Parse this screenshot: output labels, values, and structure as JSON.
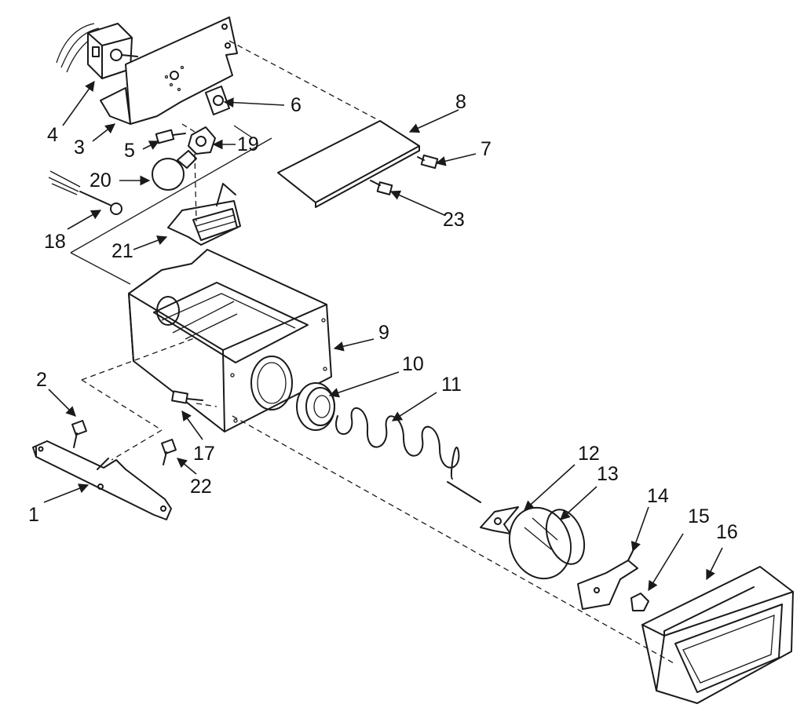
{
  "diagram": {
    "kind": "exploded parts diagram",
    "line_color": "#1a1a1a",
    "background": "#ffffff",
    "callouts": [
      "1",
      "2",
      "3",
      "4",
      "5",
      "6",
      "7",
      "8",
      "9",
      "10",
      "11",
      "12",
      "13",
      "14",
      "15",
      "16",
      "17",
      "18",
      "19",
      "20",
      "21",
      "22",
      "23"
    ]
  }
}
